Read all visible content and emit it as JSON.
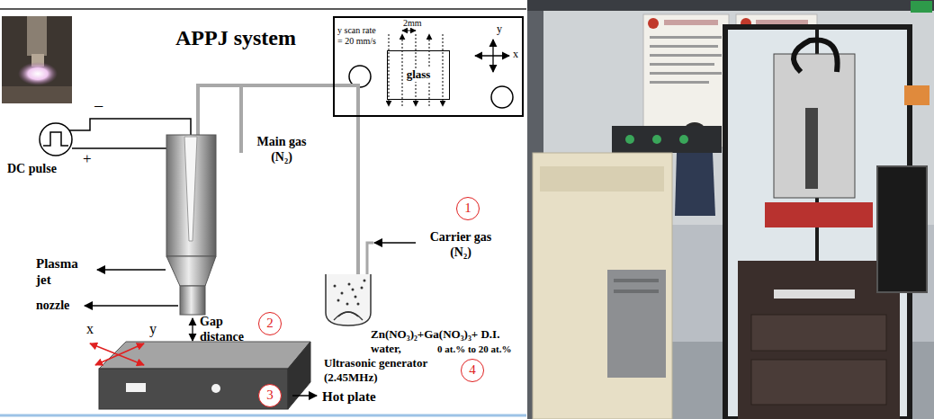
{
  "diagram": {
    "title": "APPJ system",
    "nodes": [
      {
        "text": [
          "y scan rate = 20 mm/s",
          "2mm",
          "y",
          "x"
        ]
      },
      {
        "text": [
          "glass"
        ],
        "in": 0
      },
      {
        "text": [
          "1"
        ]
      },
      {
        "text": [
          "2"
        ]
      },
      {
        "text": [
          "3"
        ]
      },
      {
        "text": [
          "4"
        ]
      }
    ],
    "labels": [
      "−",
      "+",
      "DC pulse",
      "Main gas (N₂)",
      "Carrier gas (N₂)",
      "Plasma jet",
      "nozzle",
      "Gap distance",
      "x",
      "y",
      "Hot plate",
      "Ultrasonic generator (2.45MHz)",
      "Zn(NO₃)₂+Ga(NO₃)₃+ D.I. water,",
      "0 at.% to 20 at.%"
    ]
  }
}
